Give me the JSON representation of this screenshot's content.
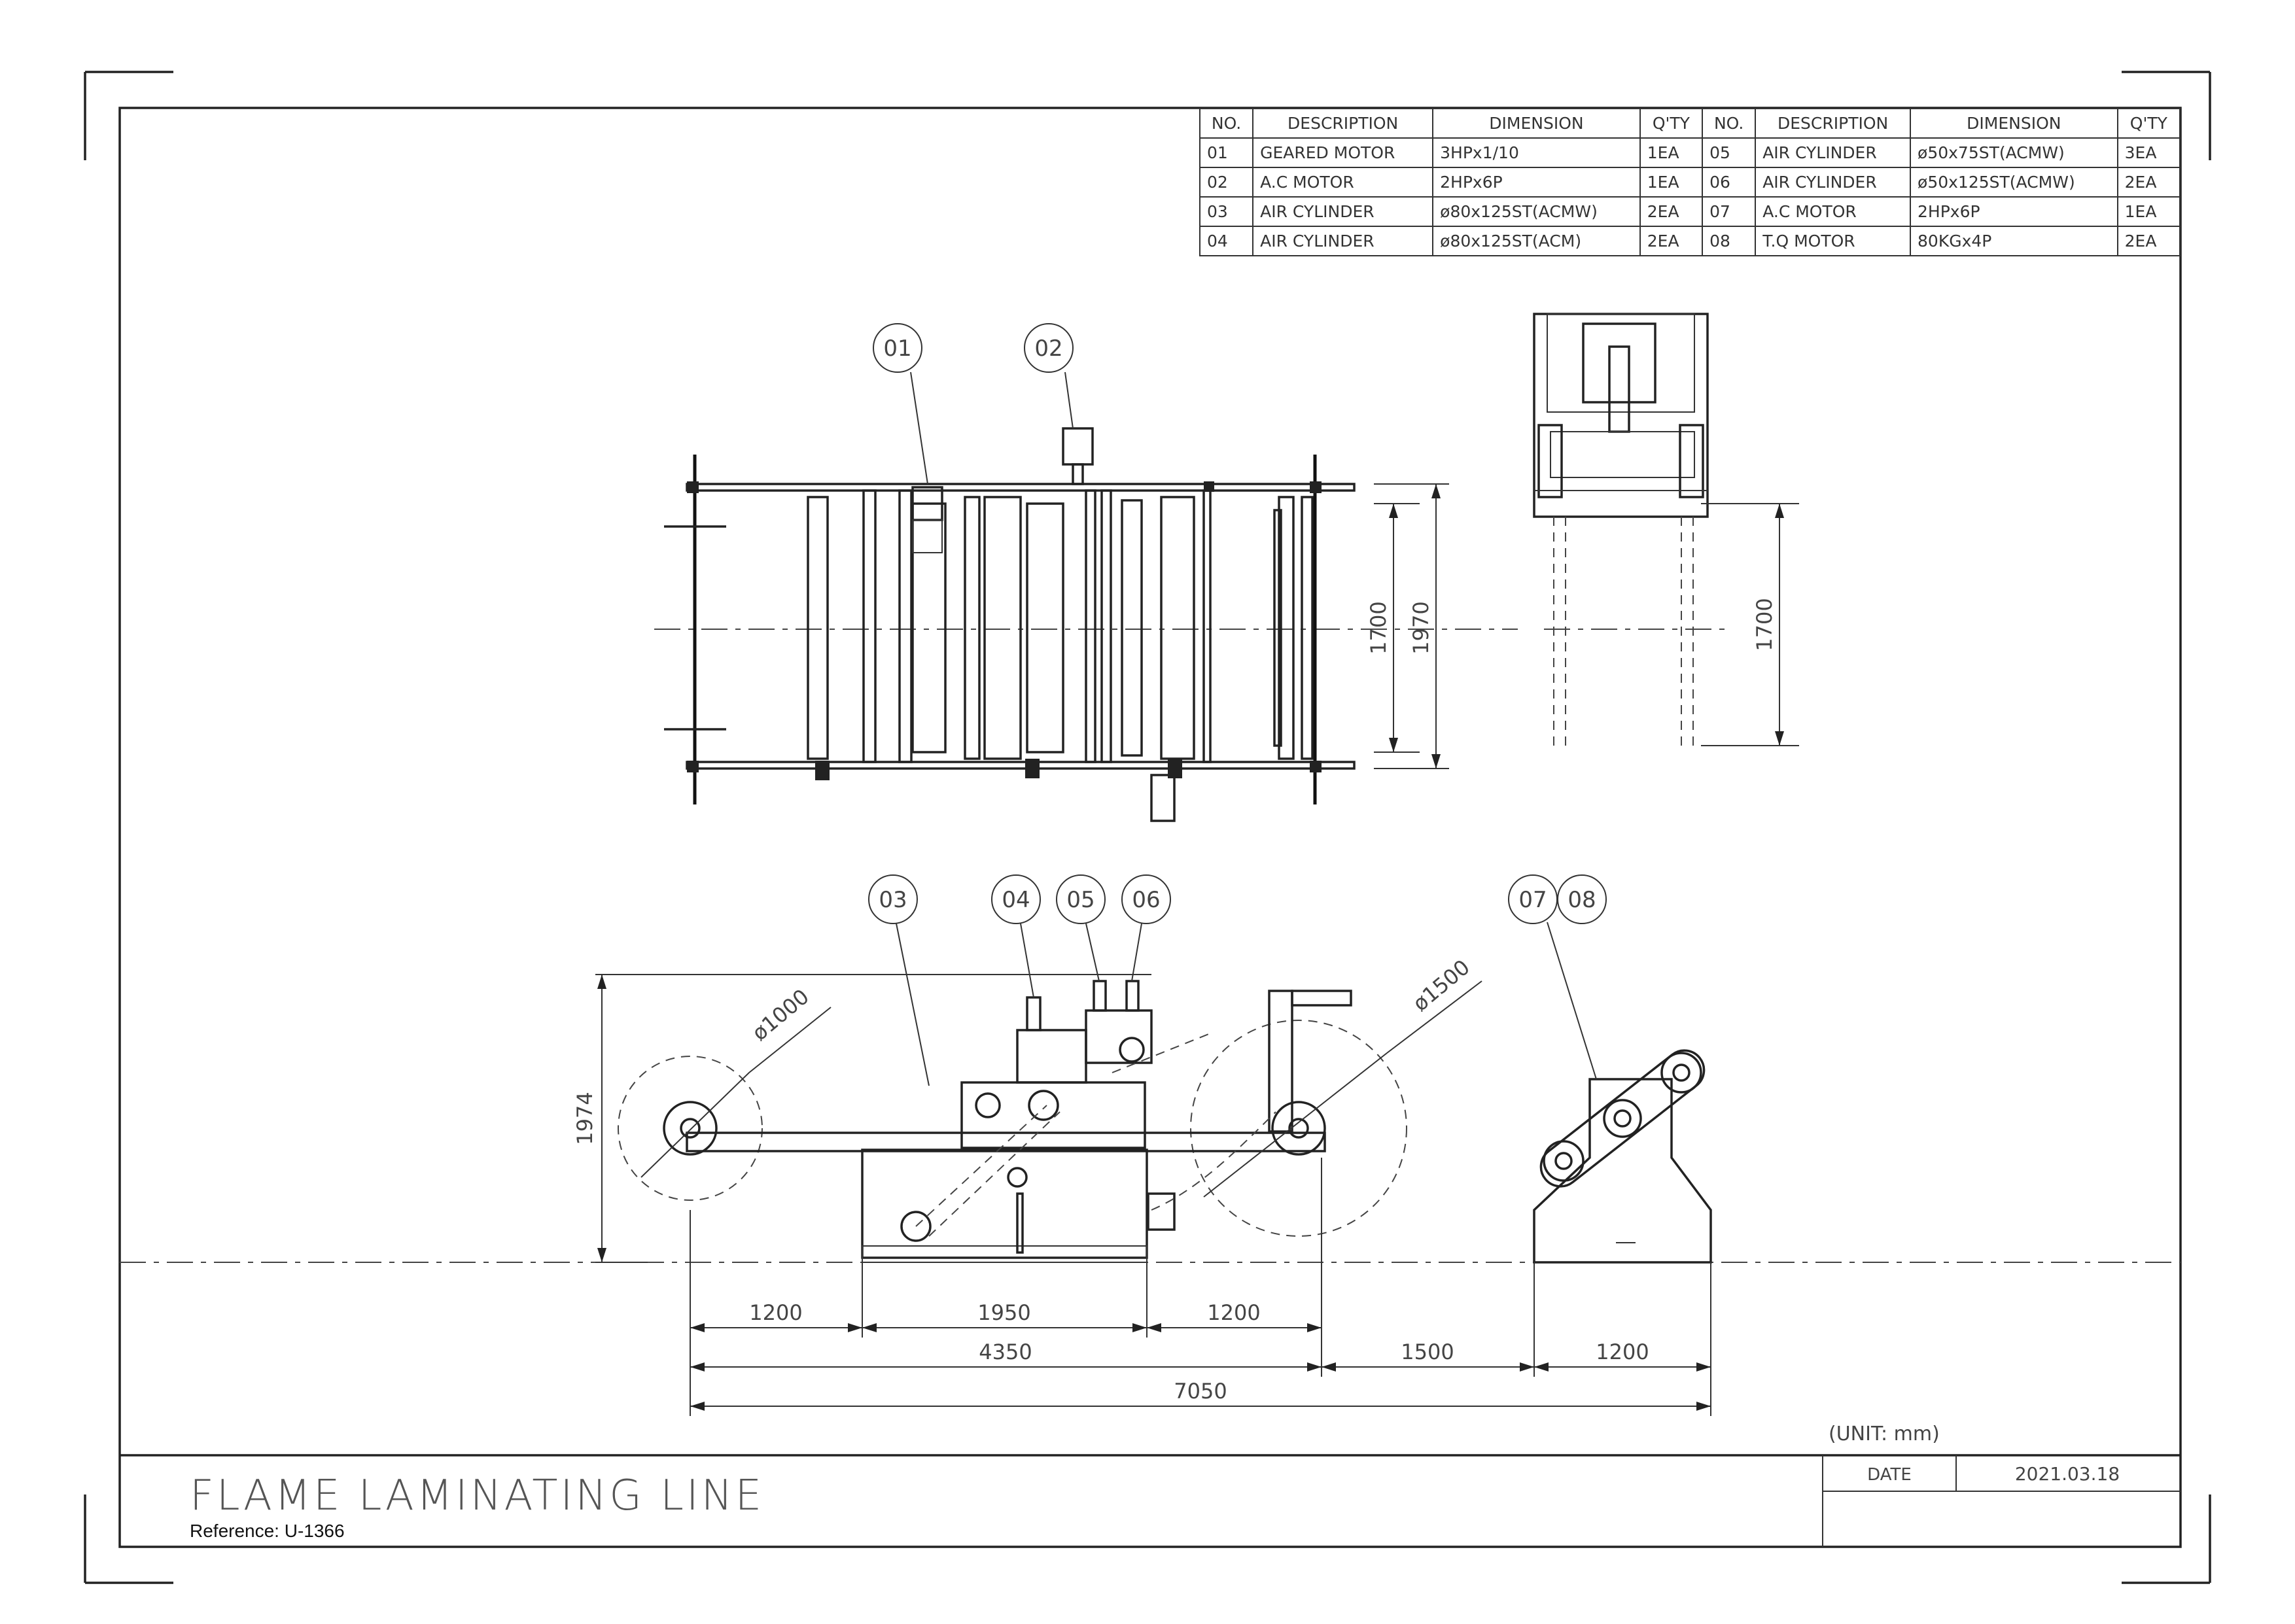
{
  "parts_table": {
    "headers": [
      "NO.",
      "DESCRIPTION",
      "DIMENSION",
      "Q'TY",
      "NO.",
      "DESCRIPTION",
      "DIMENSION",
      "Q'TY"
    ],
    "rows": [
      [
        "01",
        "GEARED MOTOR",
        "3HPx1/10",
        "1EA",
        "05",
        "AIR CYLINDER",
        "ø50x75ST(ACMW)",
        "3EA"
      ],
      [
        "02",
        "A.C MOTOR",
        "2HPx6P",
        "1EA",
        "06",
        "AIR CYLINDER",
        "ø50x125ST(ACMW)",
        "2EA"
      ],
      [
        "03",
        "AIR CYLINDER",
        "ø80x125ST(ACMW)",
        "2EA",
        "07",
        "A.C MOTOR",
        "2HPx6P",
        "1EA"
      ],
      [
        "04",
        "AIR CYLINDER",
        "ø80x125ST(ACM)",
        "2EA",
        "08",
        "T.Q MOTOR",
        "80KGx4P",
        "2EA"
      ]
    ]
  },
  "balloons": {
    "b01": "01",
    "b02": "02",
    "b03": "03",
    "b04": "04",
    "b05": "05",
    "b06": "06",
    "b07": "07",
    "b08": "08"
  },
  "dimensions": {
    "top_width_inner": "1700",
    "top_width_outer": "1970",
    "side_end_width": "1700",
    "height": "1974",
    "dia_left": "ø1000",
    "dia_right": "ø1500",
    "seg1": "1200",
    "seg2": "1950",
    "seg3": "1200",
    "total_machine": "4350",
    "gap": "1500",
    "end_width": "1200",
    "overall": "7050"
  },
  "unit_note": "(UNIT: mm)",
  "title_block": {
    "title": "FLAME LAMINATING LINE",
    "reference": "Reference: U-1366",
    "date_label": "DATE",
    "date_value": "2021.03.18"
  }
}
